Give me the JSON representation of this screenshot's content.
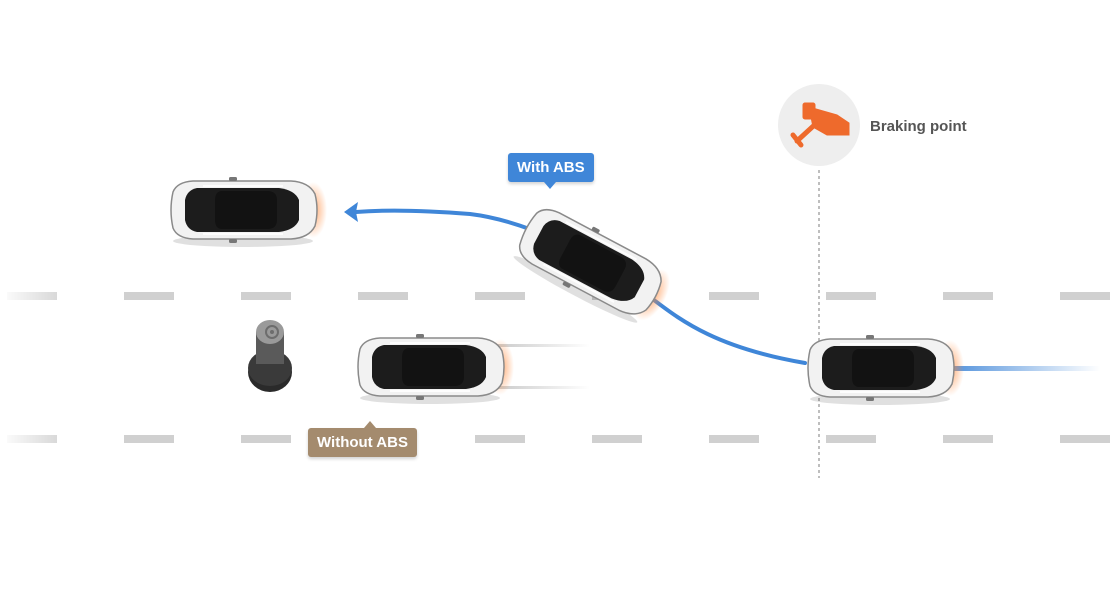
{
  "labels": {
    "with_abs": "With ABS",
    "without_abs": "Without ABS",
    "braking_point": "Braking point"
  },
  "colors": {
    "with_abs": "#3f86d8",
    "without_abs": "#a48b6e",
    "braking_icon": "#ee6a2c",
    "braking_circle": "#eeeeee",
    "lane_marking": "#d0d0d0",
    "car_body": "#f2f2f2",
    "car_body_skid": "#9c9c9c",
    "car_glass": "#1c1c1c"
  },
  "icons": {
    "braking": "foot-on-brake-pedal-icon",
    "obstacle": "manhole-obstacle-icon"
  }
}
